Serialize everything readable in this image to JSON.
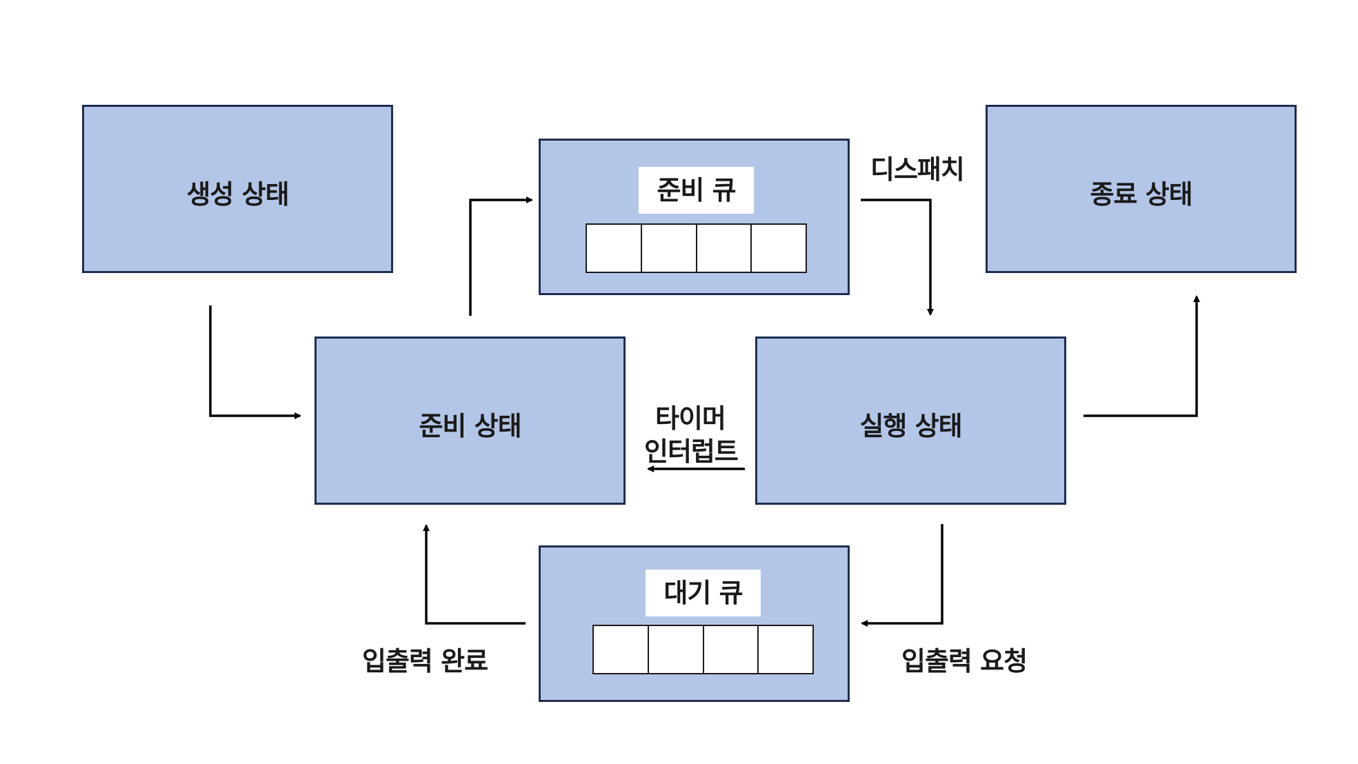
{
  "nodes": {
    "created": {
      "label": "생성 상태"
    },
    "ready_queue": {
      "label": "준비 큐",
      "slots": 4
    },
    "terminated": {
      "label": "종료 상태"
    },
    "ready": {
      "label": "준비 상태"
    },
    "running": {
      "label": "실행 상태"
    },
    "wait_queue": {
      "label": "대기 큐",
      "slots": 4
    }
  },
  "edges": {
    "dispatch": {
      "label": "디스패치"
    },
    "timer_interrupt": {
      "label_line1": "타이머",
      "label_line2": "인터럽트"
    },
    "io_request": {
      "label": "입출력 요청"
    },
    "io_complete": {
      "label": "입출력 완료"
    }
  },
  "colors": {
    "box_fill": "#b4c6e7",
    "box_border": "#1f2d4e",
    "arrow": "#000000"
  }
}
